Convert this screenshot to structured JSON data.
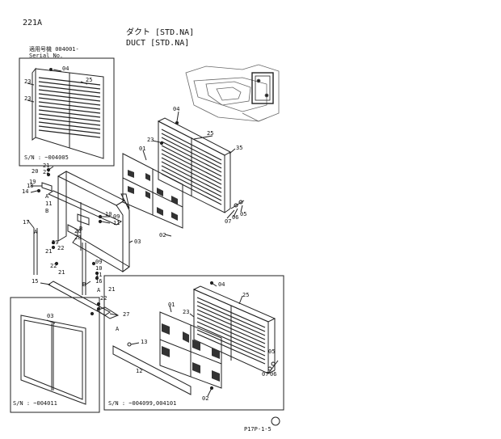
{
  "header": {
    "page_id": "221A",
    "title_jp": "ダクト [STD.NA]",
    "title_en": "DUCT [STD.NA]",
    "serial_jp": "適用号機 004001-",
    "serial_en": "Serial No.",
    "page_number": "P17P-1-5"
  },
  "insets": {
    "top_left_serial": "S/N : ~004005",
    "bottom_left_serial": "S/N : ~004011",
    "bottom_mid_serial": "S/N : ~004099,004101"
  },
  "labels": {
    "tl_04": "04",
    "tl_25": "25",
    "tl_23a": "23",
    "tl_23b": "23",
    "c_04": "04",
    "c_23": "23",
    "c_25": "25",
    "c_35": "35",
    "c_01": "01",
    "c_07": "07",
    "c_06": "06",
    "c_05": "05",
    "c_02": "02",
    "c_03": "03",
    "f_21": "21",
    "f_20": "20",
    "f_22": "22",
    "f_19": "19",
    "f_18": "18",
    "f_14": "14",
    "f_A1": "A",
    "f_11": "11",
    "f_B1": "B",
    "f_10": "10",
    "f_09": "09",
    "f_11b": "11",
    "f_17": "17",
    "f_A2": "A",
    "f_B2": "B",
    "f_26": "26",
    "f_28": "28",
    "f_29": "29",
    "f_22b": "22",
    "f_21b": "21",
    "f_22c": "22",
    "f_21c": "21",
    "f_09b": "09",
    "f_10b": "10",
    "f_11c": "11",
    "f_16": "16",
    "f_15": "15",
    "f_B3": "B",
    "f_21d": "21",
    "f_A3": "A",
    "f_22d": "22",
    "f_27": "27",
    "f_A4": "A",
    "bl_03": "03",
    "br_04": "04",
    "br_25": "25",
    "br_01": "01",
    "br_23": "23",
    "br_05": "05",
    "br_06": "06",
    "br_07": "07",
    "br_02": "02",
    "br_13": "13",
    "br_12": "12"
  }
}
